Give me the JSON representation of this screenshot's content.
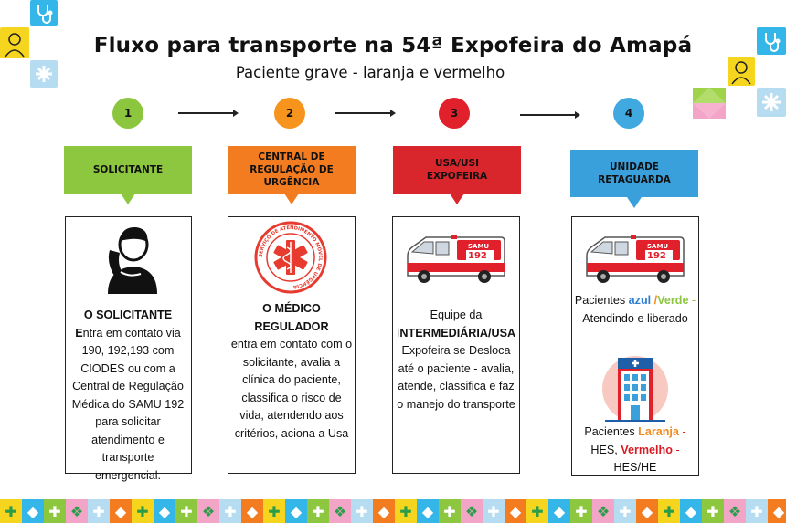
{
  "header": {
    "title": "Fluxo para transporte na 54ª Expofeira do Amapá",
    "subtitle": "Paciente grave - laranja  e vermelho"
  },
  "colors": {
    "step1": "#8cc63f",
    "step2": "#f7941d",
    "step3": "#e0202a",
    "step4": "#3fa9e0",
    "banner1": "#8dc63f",
    "banner2": "#f47c20",
    "banner3": "#d9262c",
    "banner4": "#3aa0dc",
    "blue_text": "#2f7fd1",
    "green_text": "#8cc63f",
    "orange_text": "#f28b1c",
    "red_text": "#d91c24"
  },
  "steps": [
    {
      "number": "1",
      "banner": "SOLICITANTE",
      "icon": "person-phone-icon",
      "heading": "O SOLICITANTE",
      "lead": "E",
      "body": "ntra em contato via 190, 192,193 com CIODES ou com a Central de Regulação Médica do SAMU 192 para solicitar atendimento e transporte emergencial."
    },
    {
      "number": "2",
      "banner": "CENTRAL DE REGULAÇÃO DE URGÊNCIA",
      "icon": "samu-seal-icon",
      "seal_text": "SERVIÇO DE ATENDIMENTO MÓVEL DE URGÊNCIA",
      "heading": "O MÉDICO REGULADOR",
      "body": "entra em contato com o solicitante, avalia a clínica do paciente, classifica o risco de vida, atendendo aos critérios, aciona a Usa"
    },
    {
      "number": "3",
      "banner": "USA/USI EXPOFEIRA",
      "icon": "ambulance-icon",
      "ambulance_label": "SAMU",
      "ambulance_number": "192",
      "body_pre": "Equipe da",
      "body_strong_lead": "I",
      "body_strong": "NTERMEDIÁRIA/USA",
      "body": "Expofeira se Desloca até o paciente - avalia, atende, classifica e faz o manejo do transporte"
    },
    {
      "number": "4",
      "banner": "UNIDADE RETAGUARDA",
      "icon": "ambulance-icon",
      "ambulance_label": "SAMU",
      "ambulance_number": "192",
      "p1_pre": "Pacientes",
      "p1_blue": "azul",
      "p1_sep": "/",
      "p1_green": "Verde",
      "p1_dash": "-",
      "p1_post": "Atendindo e liberado",
      "hospital_icon": "hospital-icon",
      "p2_pre": "Pacientes",
      "p2_orange": "Laranja",
      "p2_dash1": "-",
      "p2_mid": "HES,",
      "p2_red": "Vermelho",
      "p2_dash2": "-",
      "p2_post": "HES/HE"
    }
  ]
}
